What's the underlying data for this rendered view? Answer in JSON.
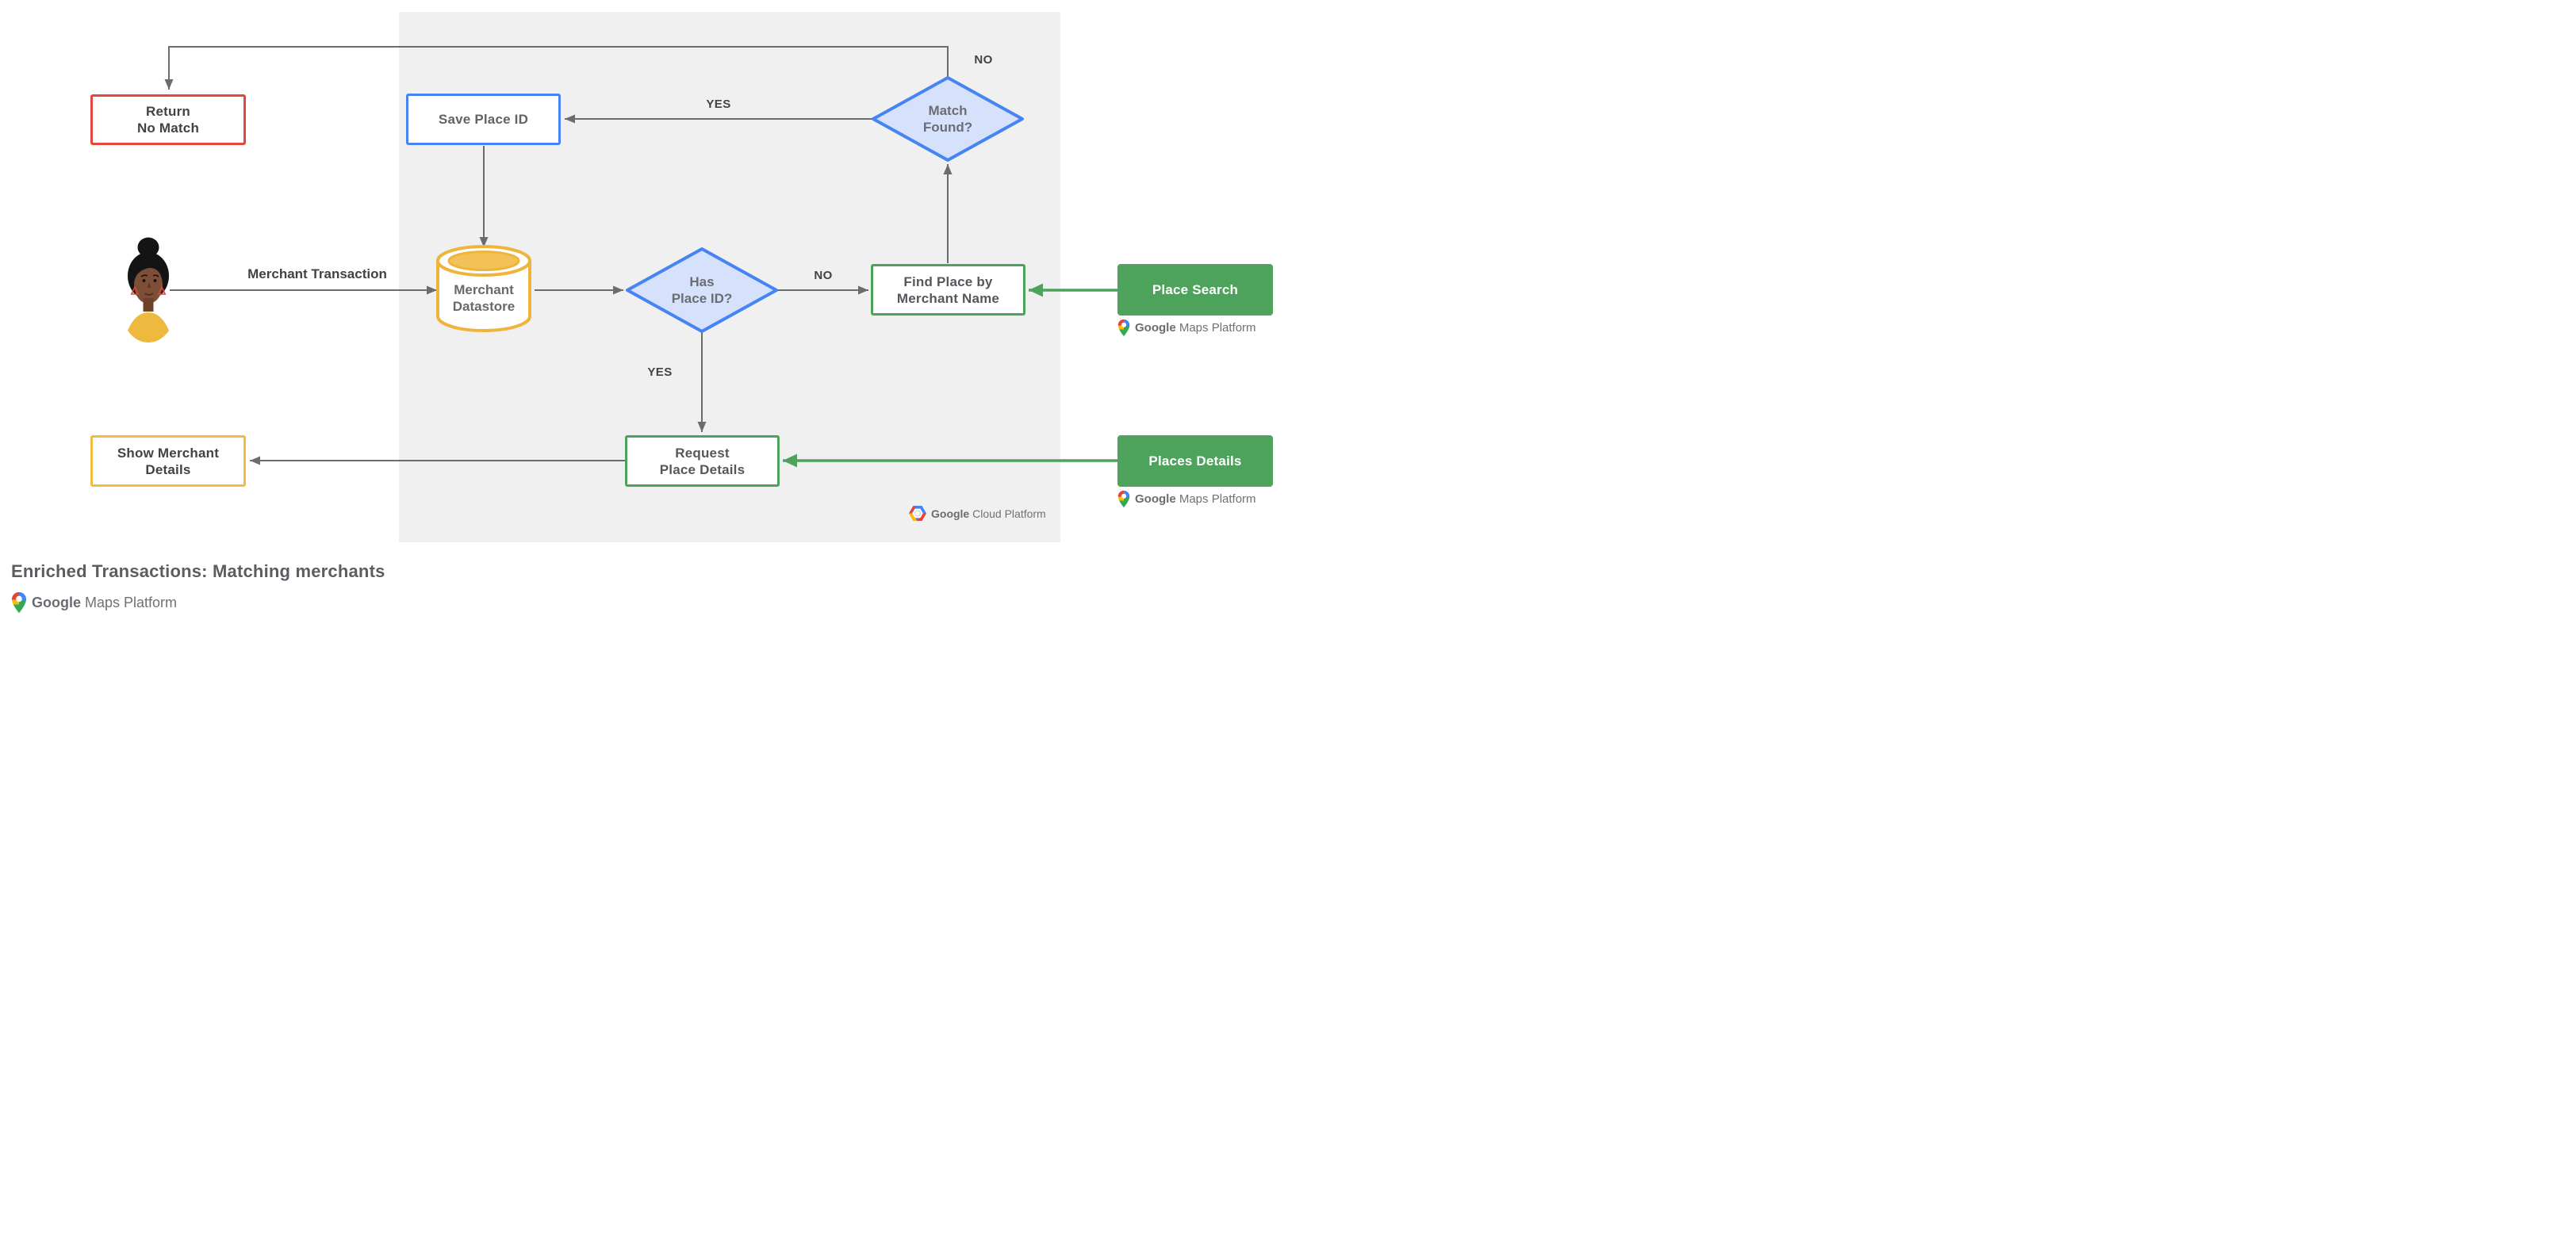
{
  "title": "Enriched Transactions: Matching merchants",
  "colors": {
    "red": "#E3483A",
    "blue": "#4684F3",
    "blue_fill": "#D6E1FB",
    "green": "#4DA35C",
    "yellow": "#F3BB41",
    "panel_gray": "#F0F0F0",
    "connector_gray": "#6A6D70"
  },
  "nodes": {
    "return_no_match": {
      "label": "Return\nNo Match"
    },
    "save_place_id": {
      "label": "Save Place ID"
    },
    "match_found": {
      "label": "Match\nFound?"
    },
    "merchant_datastore": {
      "label": "Merchant\nDatastore"
    },
    "has_place_id": {
      "label": "Has\nPlace ID?"
    },
    "find_place_by_merchant_name": {
      "label": "Find Place by\nMerchant Name"
    },
    "place_search": {
      "label": "Place Search"
    },
    "request_place_details": {
      "label": "Request\nPlace Details"
    },
    "places_details": {
      "label": "Places Details"
    },
    "show_merchant_details": {
      "label": "Show Merchant\nDetails"
    }
  },
  "edge_labels": {
    "merchant_transaction": "Merchant Transaction",
    "match_found_no": "NO",
    "match_found_yes": "YES",
    "has_place_id_no": "NO",
    "has_place_id_yes": "YES"
  },
  "logos": {
    "google_cloud_platform": {
      "google": "Google",
      "rest": "Cloud Platform"
    },
    "google_maps_platform": {
      "google": "Google",
      "rest": "Maps Platform"
    }
  }
}
